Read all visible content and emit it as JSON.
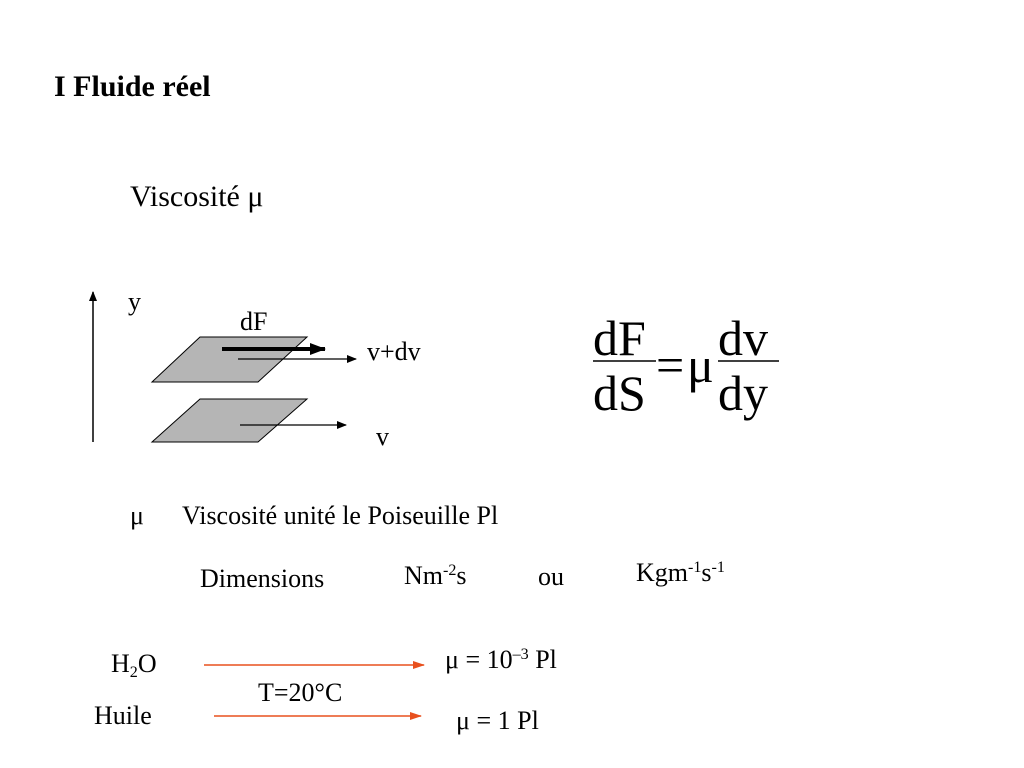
{
  "title": "I Fluide réel",
  "subtitle": {
    "text": "Viscosité",
    "symbol": "μ"
  },
  "diagram": {
    "axis_label": "y",
    "force_label": "dF",
    "upper_velocity": "v+dv",
    "lower_velocity": "v"
  },
  "formula": {
    "num_left": "dF",
    "den_left": "dS",
    "equals": "=",
    "mu": "μ",
    "num_right": "dv",
    "den_right": "dy"
  },
  "viscosity_line": {
    "symbol": "μ",
    "text": "Viscosité unité le Poiseuille Pl"
  },
  "dimensions": {
    "label": "Dimensions",
    "unit1_base": "Nm",
    "unit1_exp": "-2",
    "unit1_tail": "s",
    "or": "ou",
    "unit2_base": "Kgm",
    "unit2_exp1": "-1",
    "unit2_mid": "s",
    "unit2_exp2": "-1"
  },
  "examples": {
    "water_h": "H",
    "water_sub": "2",
    "water_o": "O",
    "oil": "Huile",
    "temperature": "T=20°C",
    "water_value_prefix": "μ = 10",
    "water_value_exp": "–3",
    "water_value_unit": " Pl",
    "oil_value": "μ = 1 Pl"
  },
  "colors": {
    "arrow_red": "#e8501e",
    "plate_fill": "#b5b5b5"
  }
}
